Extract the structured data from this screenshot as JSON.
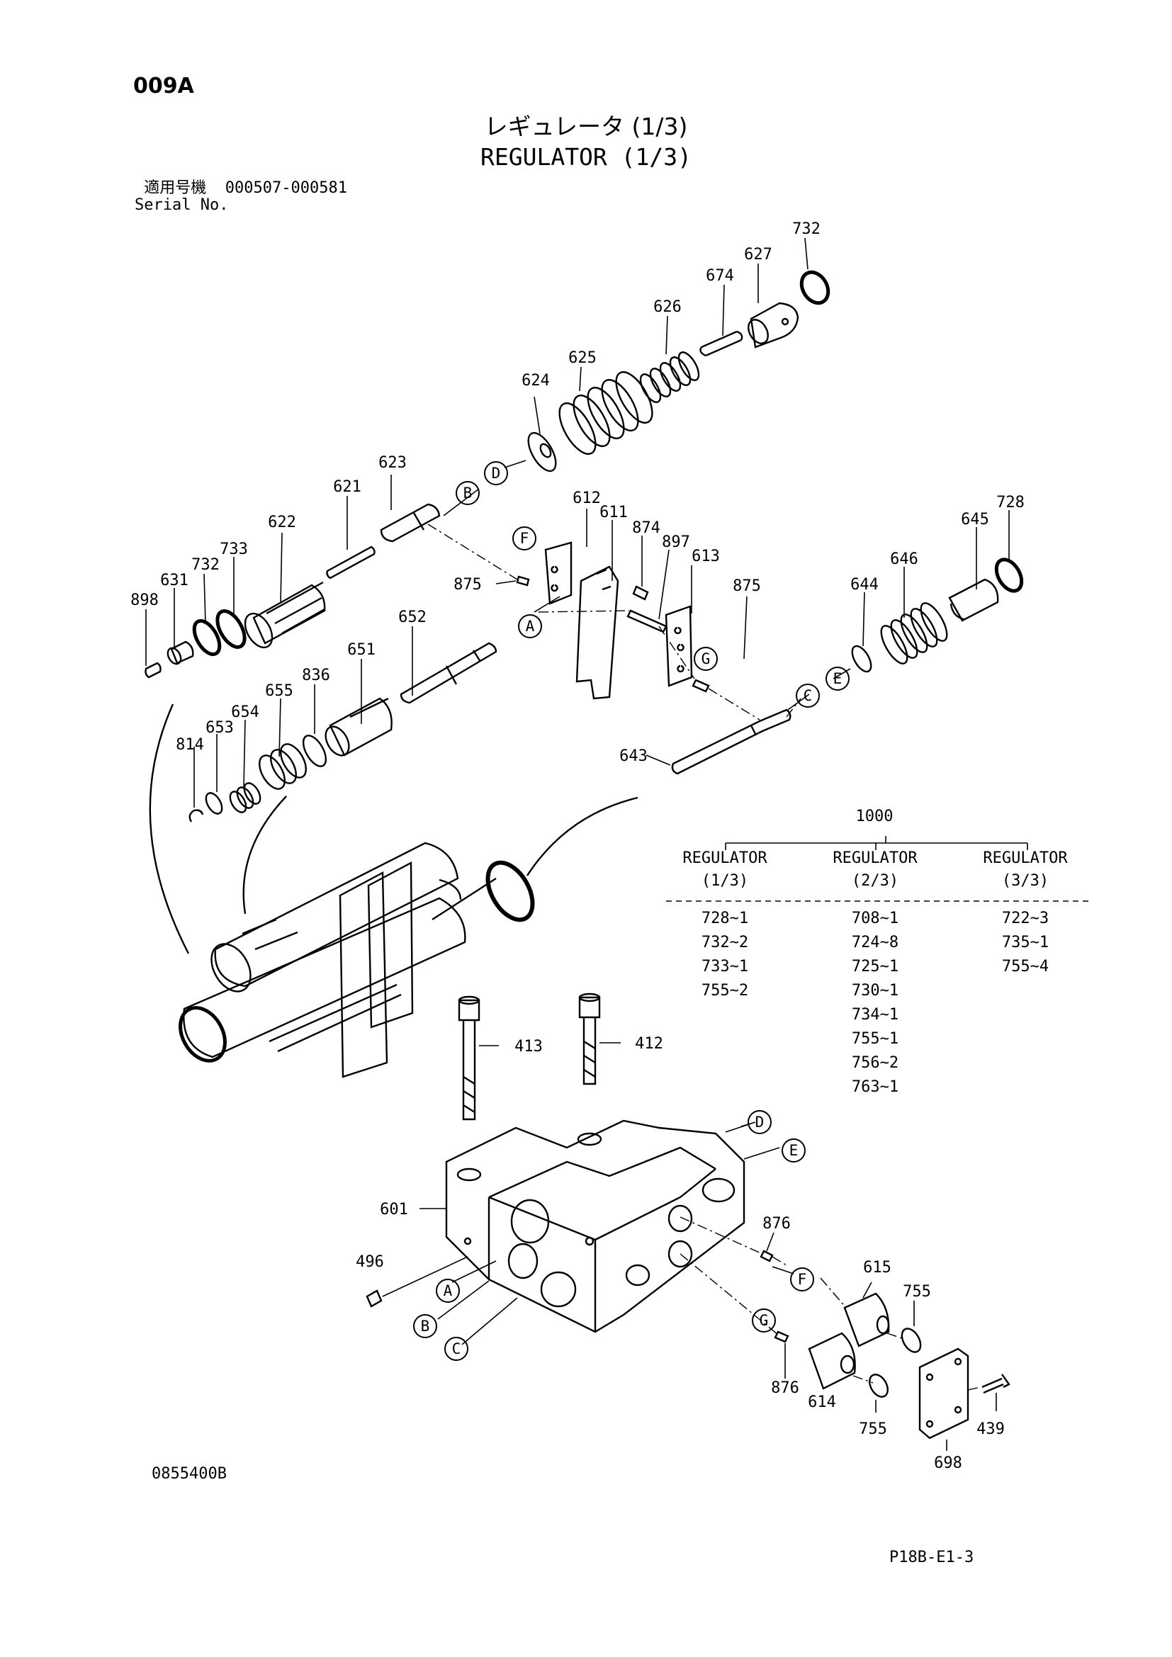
{
  "page_code": "009A",
  "title_jp": "レギュレータ (1/3)",
  "title_en": "REGULATOR (1/3)",
  "serial": {
    "label_jp": "適用号機",
    "range": "000507-000581",
    "label_en": "Serial No."
  },
  "doc_code": "0855400B",
  "page_ref": "P18B-E1-3",
  "parts_table": {
    "assembly_no": "1000",
    "columns": [
      {
        "name": "REGULATOR",
        "part": "(1/3)",
        "items": [
          "728~1",
          "732~2",
          "733~1",
          "755~2"
        ]
      },
      {
        "name": "REGULATOR",
        "part": "(2/3)",
        "items": [
          "708~1",
          "724~8",
          "725~1",
          "730~1",
          "734~1",
          "755~1",
          "756~2",
          "763~1"
        ]
      },
      {
        "name": "REGULATOR",
        "part": "(3/3)",
        "items": [
          "722~3",
          "735~1",
          "755~4"
        ]
      }
    ]
  },
  "part_labels": {
    "p732a": "732",
    "p627": "627",
    "p674": "674",
    "p626": "626",
    "p625": "625",
    "p624": "624",
    "p623": "623",
    "p621": "621",
    "p622": "622",
    "p733": "733",
    "p732b": "732",
    "p631": "631",
    "p898": "898",
    "p612": "612",
    "p611": "611",
    "p874": "874",
    "p897": "897",
    "p613": "613",
    "p875a": "875",
    "p875b": "875",
    "p728": "728",
    "p645": "645",
    "p646": "646",
    "p644": "644",
    "p652": "652",
    "p651": "651",
    "p836": "836",
    "p655": "655",
    "p654": "654",
    "p653": "653",
    "p814": "814",
    "p643": "643",
    "p413": "413",
    "p412": "412",
    "p601": "601",
    "p496": "496",
    "p876a": "876",
    "p615": "615",
    "p755a": "755",
    "p876b": "876",
    "p614": "614",
    "p755b": "755",
    "p698": "698",
    "p439": "439"
  },
  "reference_letters": {
    "D1": "D",
    "B1": "B",
    "F1": "F",
    "A1": "A",
    "G1": "G",
    "C1": "C",
    "E1": "E",
    "D2": "D",
    "E2": "E",
    "F2": "F",
    "G2": "G",
    "A2": "A",
    "B2": "B",
    "C2": "C"
  }
}
